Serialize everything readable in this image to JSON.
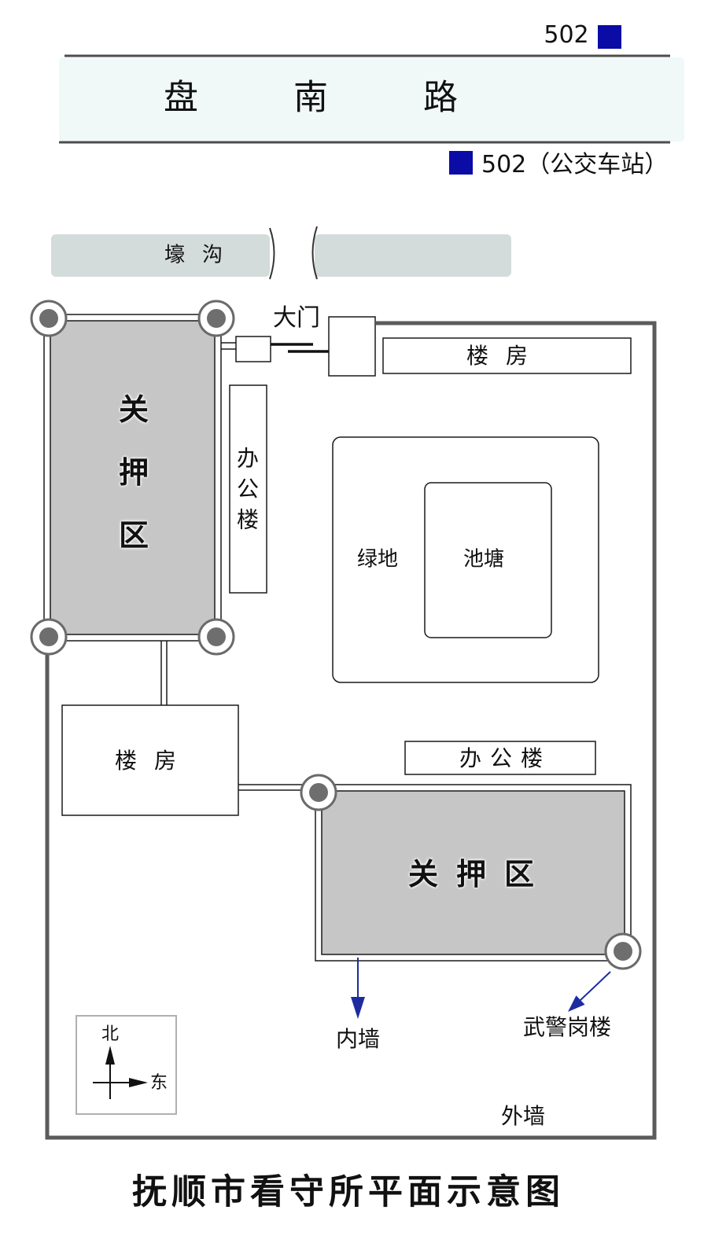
{
  "bus_route": {
    "number": "502"
  },
  "road": {
    "name": "盘南路"
  },
  "bus_stop": {
    "label": "502（公交车站）"
  },
  "moat": {
    "label": "壕沟"
  },
  "gate": {
    "label": "大门"
  },
  "buildings": {
    "north_building": "楼房",
    "west_office": "办公楼",
    "green_space": "绿地",
    "pond": "池塘",
    "west_building": "楼房",
    "south_office": "办公楼"
  },
  "detention_areas": {
    "north_west": "关押区",
    "south_east": "关押区"
  },
  "annotations": {
    "inner_wall": "内墙",
    "guard_tower": "武警岗楼",
    "outer_wall": "外墙"
  },
  "compass": {
    "north": "北",
    "east": "东"
  },
  "title": "抚顺市看守所平面示意图",
  "colors": {
    "bus_marker": "#0b0ba6",
    "road_band": "#f0f8f8",
    "road_edge": "#4d4d4d",
    "moat": "#d4dbdb",
    "outer_wall": "#5b5b5b",
    "detention_fill": "#c6c6c6",
    "arrow": "#1c2ca0",
    "compass_frame": "#b0b0b0"
  }
}
